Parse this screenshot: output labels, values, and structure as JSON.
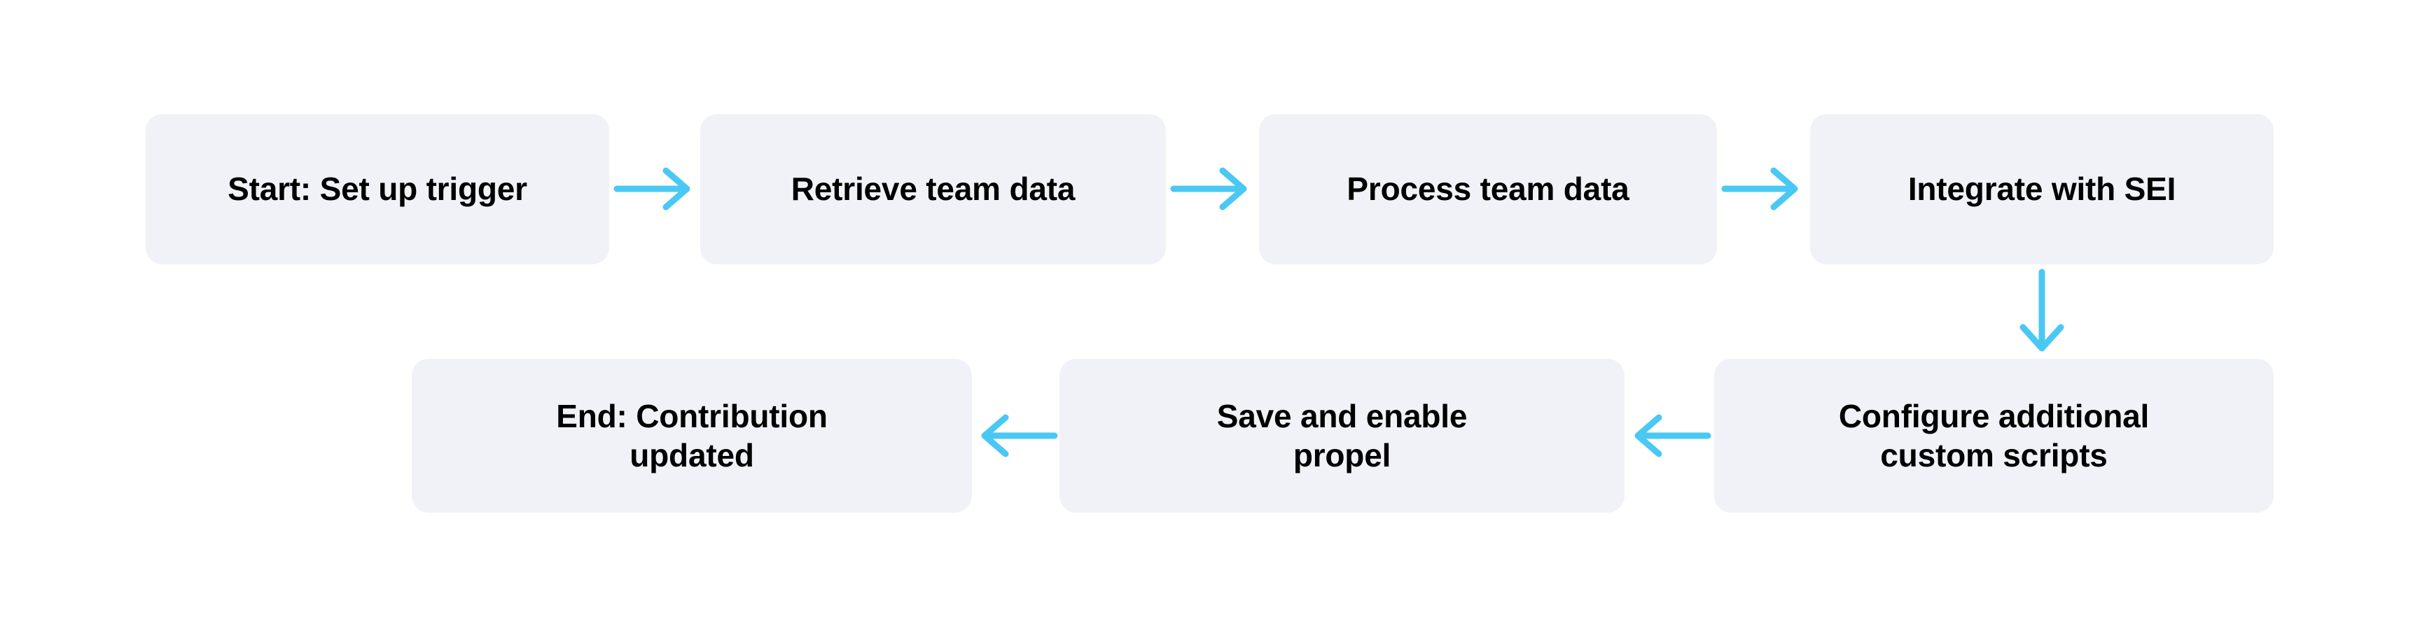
{
  "diagram": {
    "title": "Workflow flowchart",
    "background_color": "#ffffff",
    "node_fill_color": "#f1f2f7",
    "node_text_color": "#000000",
    "arrow_color": "#4ac8f4",
    "nodes": [
      {
        "id": "start",
        "label": "Start: Set up trigger",
        "row": "top",
        "order": 1
      },
      {
        "id": "retrieve",
        "label": "Retrieve team data",
        "row": "top",
        "order": 2
      },
      {
        "id": "process",
        "label": "Process team data",
        "row": "top",
        "order": 3
      },
      {
        "id": "integrate",
        "label": "Integrate with SEI",
        "row": "top",
        "order": 4
      },
      {
        "id": "configure",
        "label": "Configure additional\ncustom scripts",
        "row": "bottom",
        "order": 5
      },
      {
        "id": "save",
        "label": "Save and enable\npropel",
        "row": "bottom",
        "order": 6
      },
      {
        "id": "end",
        "label": "End: Contribution\nupdated",
        "row": "bottom",
        "order": 7
      }
    ],
    "edges": [
      {
        "id": "e1",
        "from": "start",
        "to": "retrieve",
        "direction": "right"
      },
      {
        "id": "e2",
        "from": "retrieve",
        "to": "process",
        "direction": "right"
      },
      {
        "id": "e3",
        "from": "process",
        "to": "integrate",
        "direction": "right"
      },
      {
        "id": "e4",
        "from": "integrate",
        "to": "configure",
        "direction": "down"
      },
      {
        "id": "e5",
        "from": "configure",
        "to": "save",
        "direction": "left"
      },
      {
        "id": "e6",
        "from": "save",
        "to": "end",
        "direction": "left"
      }
    ]
  }
}
